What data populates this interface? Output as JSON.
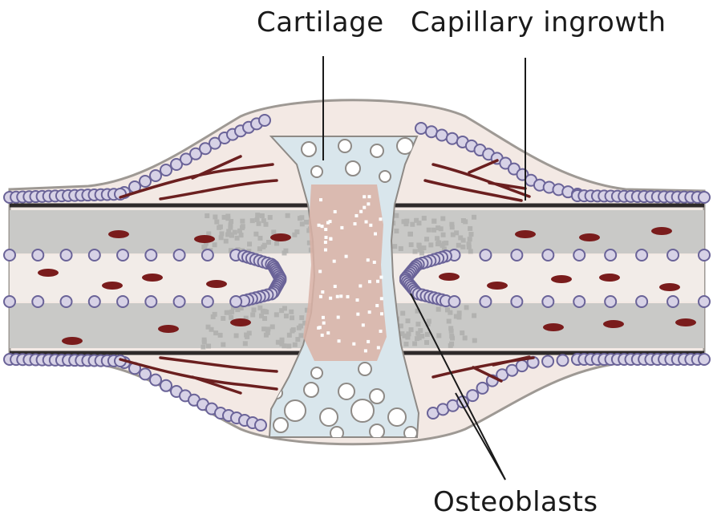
{
  "labels": {
    "cartilage": "Cartilage",
    "capillary": "Capillary ingrowth",
    "osteoblasts": "Osteoblasts"
  }
}
